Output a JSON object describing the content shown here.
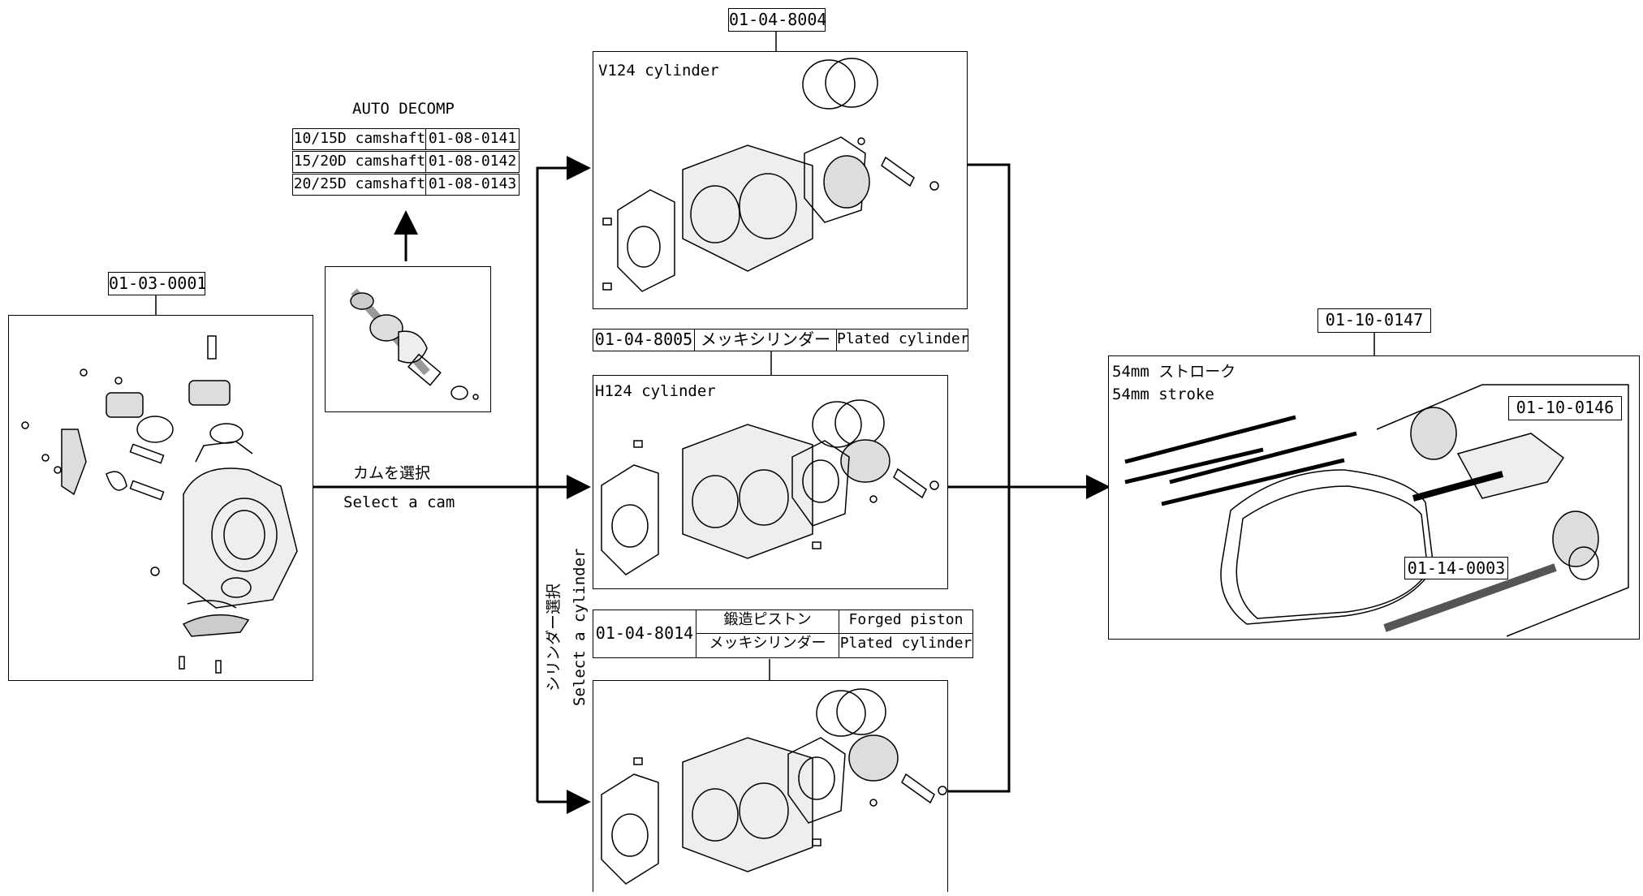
{
  "head_block": {
    "part_no": "01-03-0001"
  },
  "auto_decomp": {
    "title": "AUTO DECOMP",
    "rows": [
      {
        "name": "10/15D camshaft",
        "part_no": "01-08-0141"
      },
      {
        "name": "15/20D camshaft",
        "part_no": "01-08-0142"
      },
      {
        "name": "20/25D camshaft",
        "part_no": "01-08-0143"
      }
    ]
  },
  "cam_select": {
    "jp": "カムを選択",
    "en": "Select a cam"
  },
  "cylinder_select": {
    "jp": "シリンダー選択",
    "en": "Select a cylinder"
  },
  "cyl_v124": {
    "part_no": "01-04-8004",
    "title": "V124 cylinder"
  },
  "cyl_h124": {
    "part_no": "01-04-8005",
    "jp": "メッキシリンダー",
    "en": "Plated cylinder",
    "title": "H124 cylinder"
  },
  "cyl_forged": {
    "part_no": "01-04-8014",
    "jp1": "鍛造ピストン",
    "en1": "Forged piston",
    "jp2": "メッキシリンダー",
    "en2": "Plated cylinder"
  },
  "stroke_kit": {
    "part_no": "01-10-0147",
    "jp": "54mm ストローク",
    "en": "54mm stroke",
    "crank_part_no": "01-10-0146",
    "chain_part_no": "01-14-0003"
  }
}
